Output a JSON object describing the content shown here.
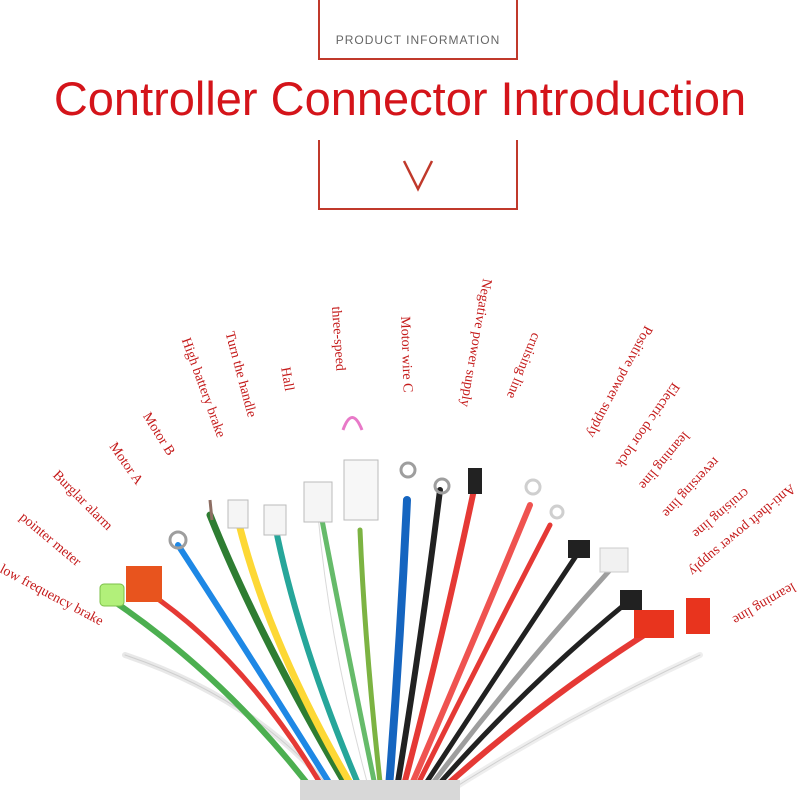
{
  "header": {
    "section_label": "PRODUCT INFORMATION",
    "title": "Controller Connector Introduction",
    "chevron_icon": "chevron-down-icon",
    "accent_color": "#d4141a"
  },
  "labels": [
    "low frequency brake",
    "pointer meter",
    "Burglar alarm",
    "Motor A",
    "Motor B",
    "High battery brake",
    "Turn the handle",
    "Hall",
    "three-speed",
    "Motor wire C",
    "Negative power supply",
    "cruising line",
    "Positive power supply",
    "Electric door lock",
    "learning line",
    "reversing line",
    "cruising line",
    "Anti-theft power supply",
    "learning line"
  ]
}
